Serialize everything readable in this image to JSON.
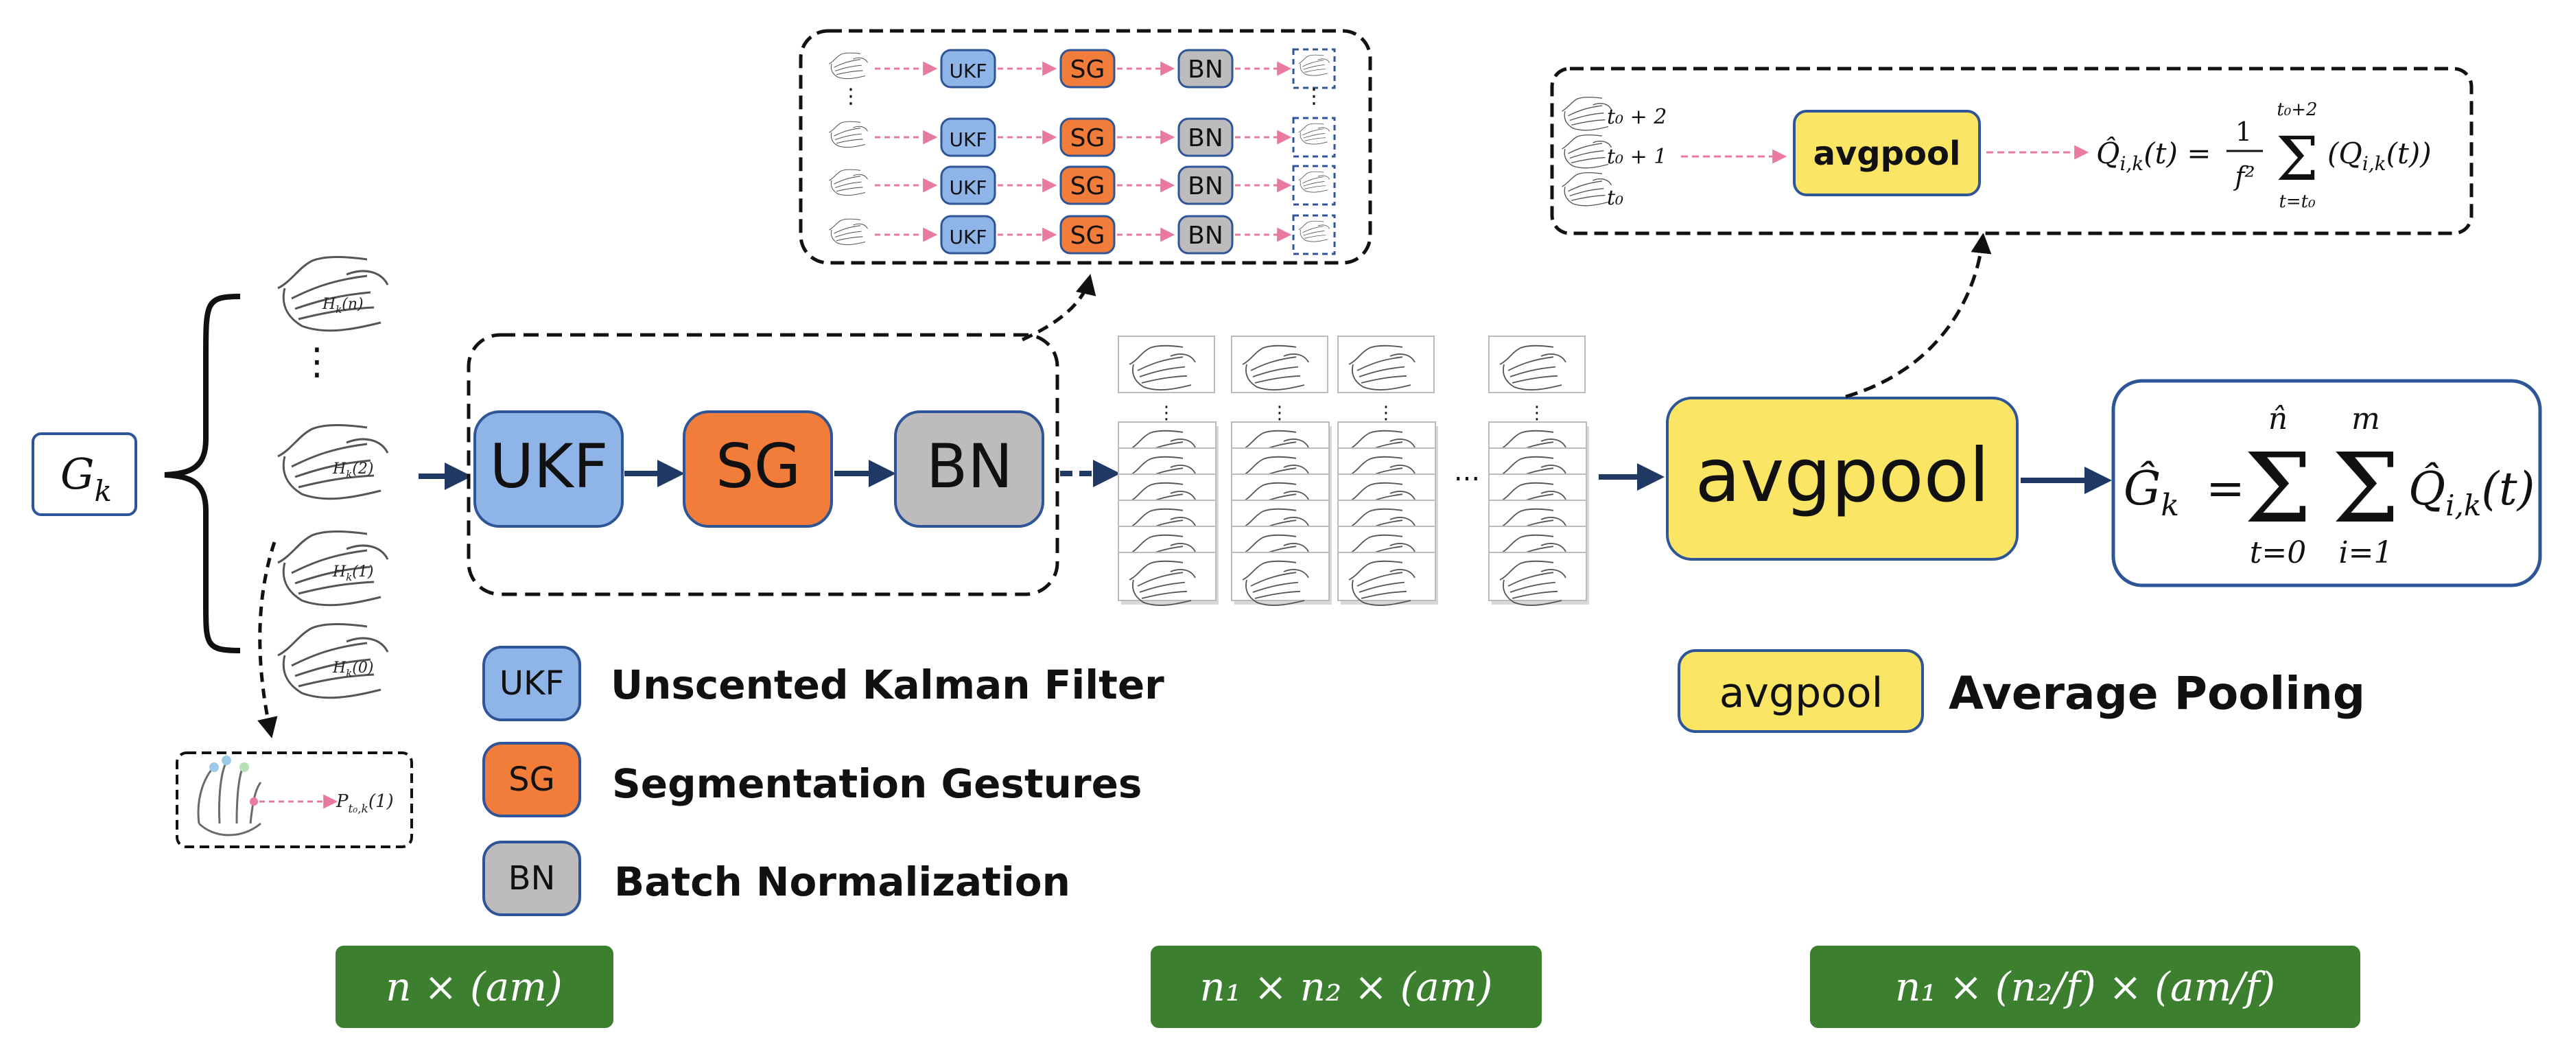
{
  "colors": {
    "ukf": "#8fb4e8",
    "sg": "#f27d3a",
    "bn": "#bdbbbb",
    "avgpool": "#fbe564",
    "box_border": "#2e5597",
    "dims_bg": "#3c7f2f",
    "arrow": "#1f3864",
    "pink_arrow": "#e879a0"
  },
  "input": {
    "label": "G",
    "sub": "k"
  },
  "hand_labels": [
    {
      "text": "H",
      "sub": "k",
      "arg": "(n)"
    },
    {
      "text": "H",
      "sub": "k",
      "arg": "(2)"
    },
    {
      "text": "H",
      "sub": "k",
      "arg": "(1)"
    },
    {
      "text": "H",
      "sub": "k",
      "arg": "(0)"
    }
  ],
  "point_label": {
    "text": "P",
    "sub": "t₀,k",
    "arg": "(1)"
  },
  "blocks": {
    "ukf": "UKF",
    "sg": "SG",
    "bn": "BN",
    "avgpool": "avgpool"
  },
  "ellipsis": "...",
  "legend": [
    {
      "key": "ukf",
      "abbr": "UKF",
      "label": "Unscented Kalman Filter"
    },
    {
      "key": "sg",
      "abbr": "SG",
      "label": "Segmentation Gestures"
    },
    {
      "key": "bn",
      "abbr": "BN",
      "label": "Batch Normalization"
    },
    {
      "key": "avgpool",
      "abbr": "avgpool",
      "label": "Average Pooling"
    }
  ],
  "pool_detail": {
    "time_labels": [
      "t₀ + 2",
      "t₀ + 1",
      "t₀"
    ],
    "formula_lhs": "Q̂",
    "formula_lhs_sub": "i,k",
    "formula_lhs_arg": "(t) =",
    "frac_num": "1",
    "frac_den": "f²",
    "sum_top": "t₀+2",
    "sum_bottom": "t=t₀",
    "sum_body": "(Q",
    "sum_body_sub": "i,k",
    "sum_body_end": "(t))"
  },
  "output": {
    "lhs": "Ĝ",
    "lhs_sub": "k",
    "eq": "=",
    "sum1_top": "n̂",
    "sum1_bottom": "t=0",
    "sum2_top": "m",
    "sum2_bottom": "i=1",
    "term": "Q̂",
    "term_sub": "i,k",
    "term_arg": "(t)"
  },
  "dims": [
    {
      "text": "n × (am)"
    },
    {
      "text": "n₁ × n₂ × (am)"
    },
    {
      "text": "n₁ × (n₂/f) × (am/f)"
    }
  ]
}
